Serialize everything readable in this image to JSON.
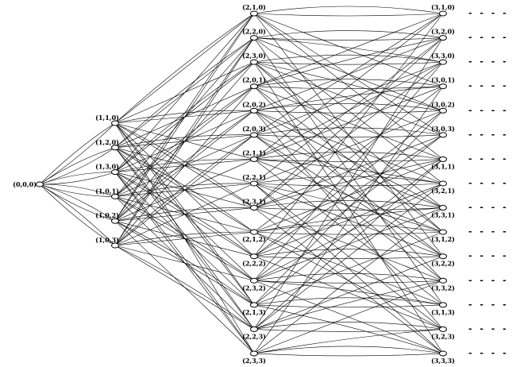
{
  "levels": [
    [
      "(0,0,0)"
    ],
    [
      "(1,1,0)",
      "(1,2,0)",
      "(1,3,0)",
      "(1,0,1)",
      "(1,0,2)",
      "(1,0,3)"
    ],
    [
      "(2,1,0)",
      "(2,2,0)",
      "(2,3,0)",
      "(2,0,1)",
      "(2,0,2)",
      "(2,0,3)",
      "(2,1,1)",
      "(2,2,1)",
      "(2,3,1)",
      "(2,1,2)",
      "(2,2,2)",
      "(2,3,2)",
      "(2,1,3)",
      "(2,2,3)",
      "(2,3,3)"
    ],
    [
      "(3,1,0)",
      "(3,2,0)",
      "(3,3,0)",
      "(3,0,1)",
      "(3,0,2)",
      "(3,0,3)",
      "(3,1,1)",
      "(3,2,1)",
      "(3,3,1)",
      "(3,1,2)",
      "(3,2,2)",
      "(3,3,2)",
      "(3,1,3)",
      "(3,2,3)",
      "(3,3,3)"
    ]
  ],
  "continuation": "- - - -",
  "colors": {
    "line": "#000000",
    "node_fill": "#ffffff"
  }
}
